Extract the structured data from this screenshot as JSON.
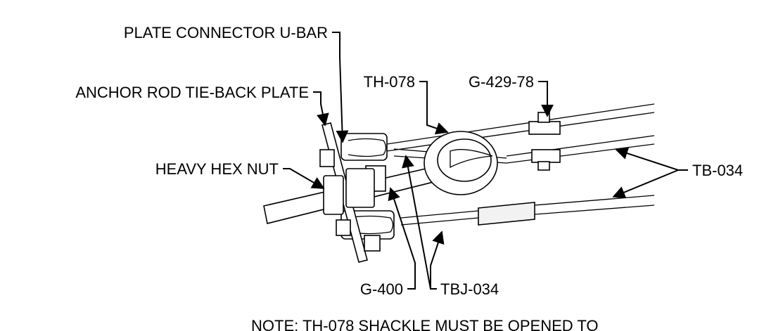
{
  "labels": {
    "plate_connector": "PLATE CONNECTOR U-BAR",
    "anchor_plate": "ANCHOR ROD TIE-BACK PLATE",
    "hex_nut": "HEAVY HEX NUT",
    "th078": "TH-078",
    "g429": "G-429-78",
    "tb034": "TB-034",
    "g400": "G-400",
    "tbj034": "TBJ-034"
  },
  "note": "NOTE: TH-078 SHACKLE MUST BE OPENED TO"
}
